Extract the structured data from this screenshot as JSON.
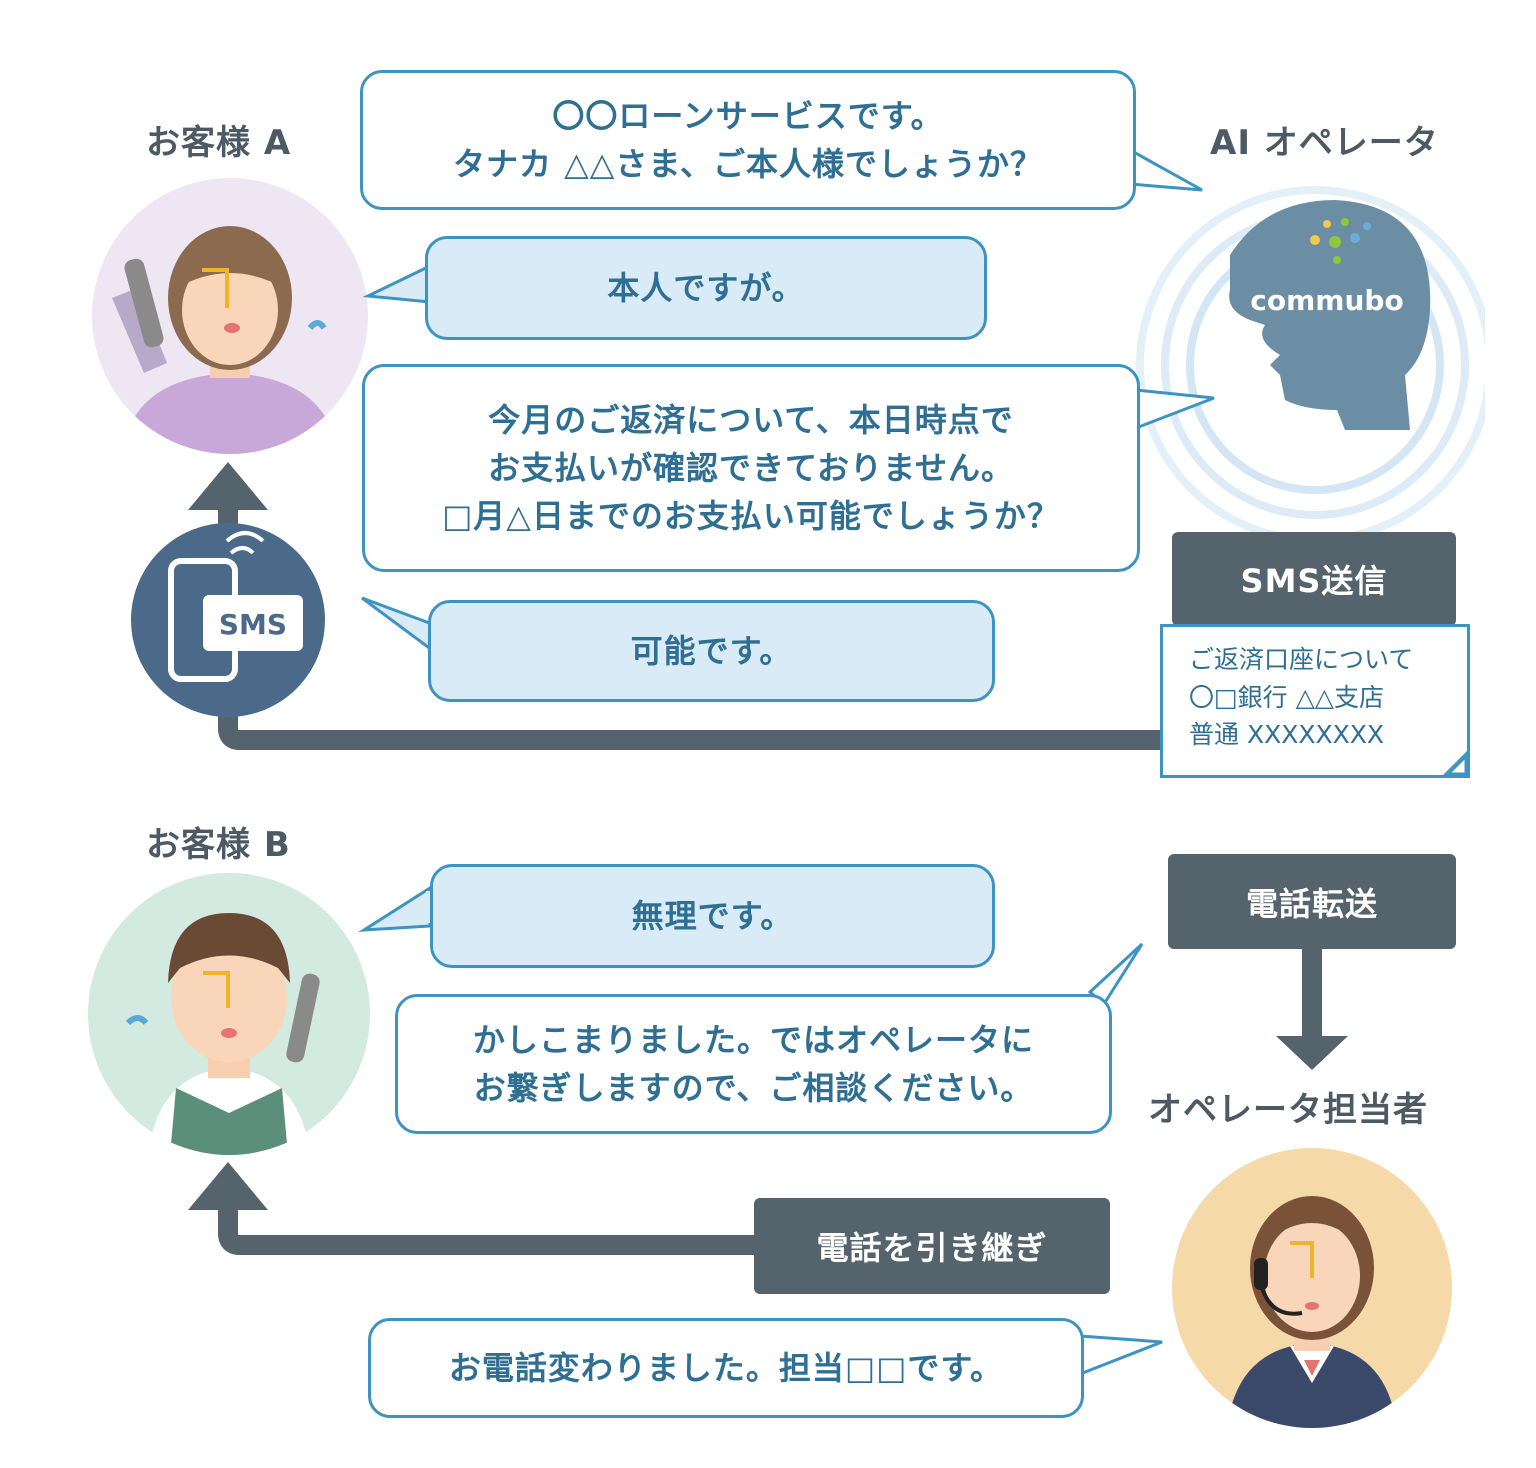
{
  "labels": {
    "customer_a": "お客様 A",
    "customer_b": "お客様 B",
    "ai_operator": "AI オペレータ",
    "human_operator": "オペレータ担当者"
  },
  "logo_text": "commubo",
  "sms_icon_text": "SMS",
  "messages": {
    "ai_1": "〇〇ローンサービスです。\nタナカ △△さま、ご本人様でしょうか？",
    "a_1": "本人ですが。",
    "ai_2": "今月のご返済について、本日時点で\nお支払いが確認できておりません。\n□月△日までのお支払い可能でしょうか？",
    "a_2": "可能です。",
    "b_1": "無理です。",
    "ai_3": "かしこまりました。ではオペレータに\nお繋ぎしますので、ご相談ください。",
    "op_1": "お電話変わりました。担当□□です。"
  },
  "actions": {
    "sms_send": "SMS送信",
    "phone_transfer": "電話転送",
    "call_handover": "電話を引き継ぎ"
  },
  "sms_note": "ご返済口座について\n〇□銀行 △△支店\n普通 XXXXXXXX",
  "colors": {
    "bubble_border": "#3d93c2",
    "bubble_fill_customer": "#d9ebf6",
    "text_blue": "#2f6f93",
    "dark_box": "#55636d",
    "ai_head": "#6b8ea5",
    "customer_a_bg": "#eee6f3",
    "customer_b_bg": "#d2eadf",
    "operator_bg": "#f6d9a8"
  }
}
